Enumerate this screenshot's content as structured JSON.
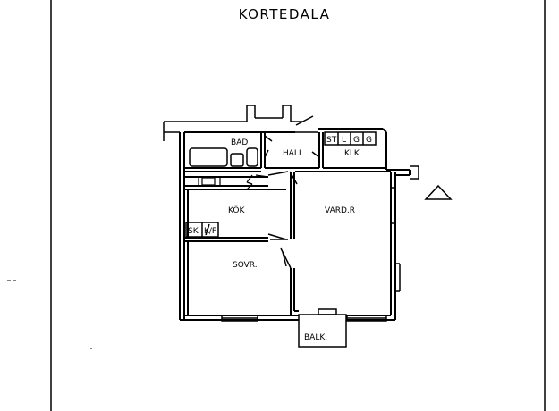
{
  "title": "KORTEDALA",
  "rooms": {
    "bad": "BAD",
    "hall": "HALL",
    "klk": "KLK",
    "kok": "KÖK",
    "vardr": "VARD.R",
    "sovr": "SOVR.",
    "balk": "BALK."
  },
  "fixtures": {
    "st": "ST",
    "l": "L",
    "g1": "G",
    "g2": "G",
    "sk": "SK",
    "kf": "K/F"
  },
  "colors": {
    "ink": "#000000",
    "paper": "#ffffff"
  }
}
